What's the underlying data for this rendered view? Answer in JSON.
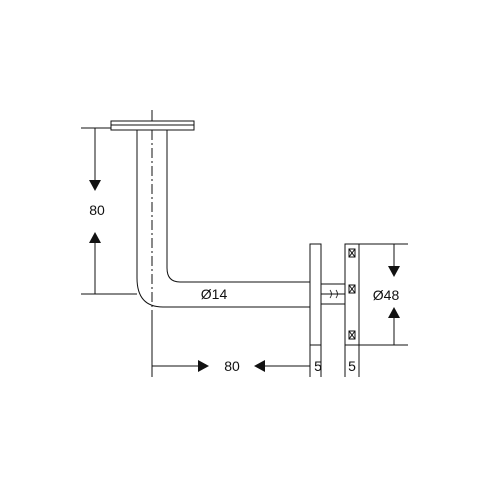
{
  "dimensions": {
    "vertical_height": "80",
    "horizontal_length": "80",
    "tube_diameter": "Ø14",
    "plate_diameter": "Ø48",
    "gap_left": "5",
    "gap_right": "5"
  }
}
